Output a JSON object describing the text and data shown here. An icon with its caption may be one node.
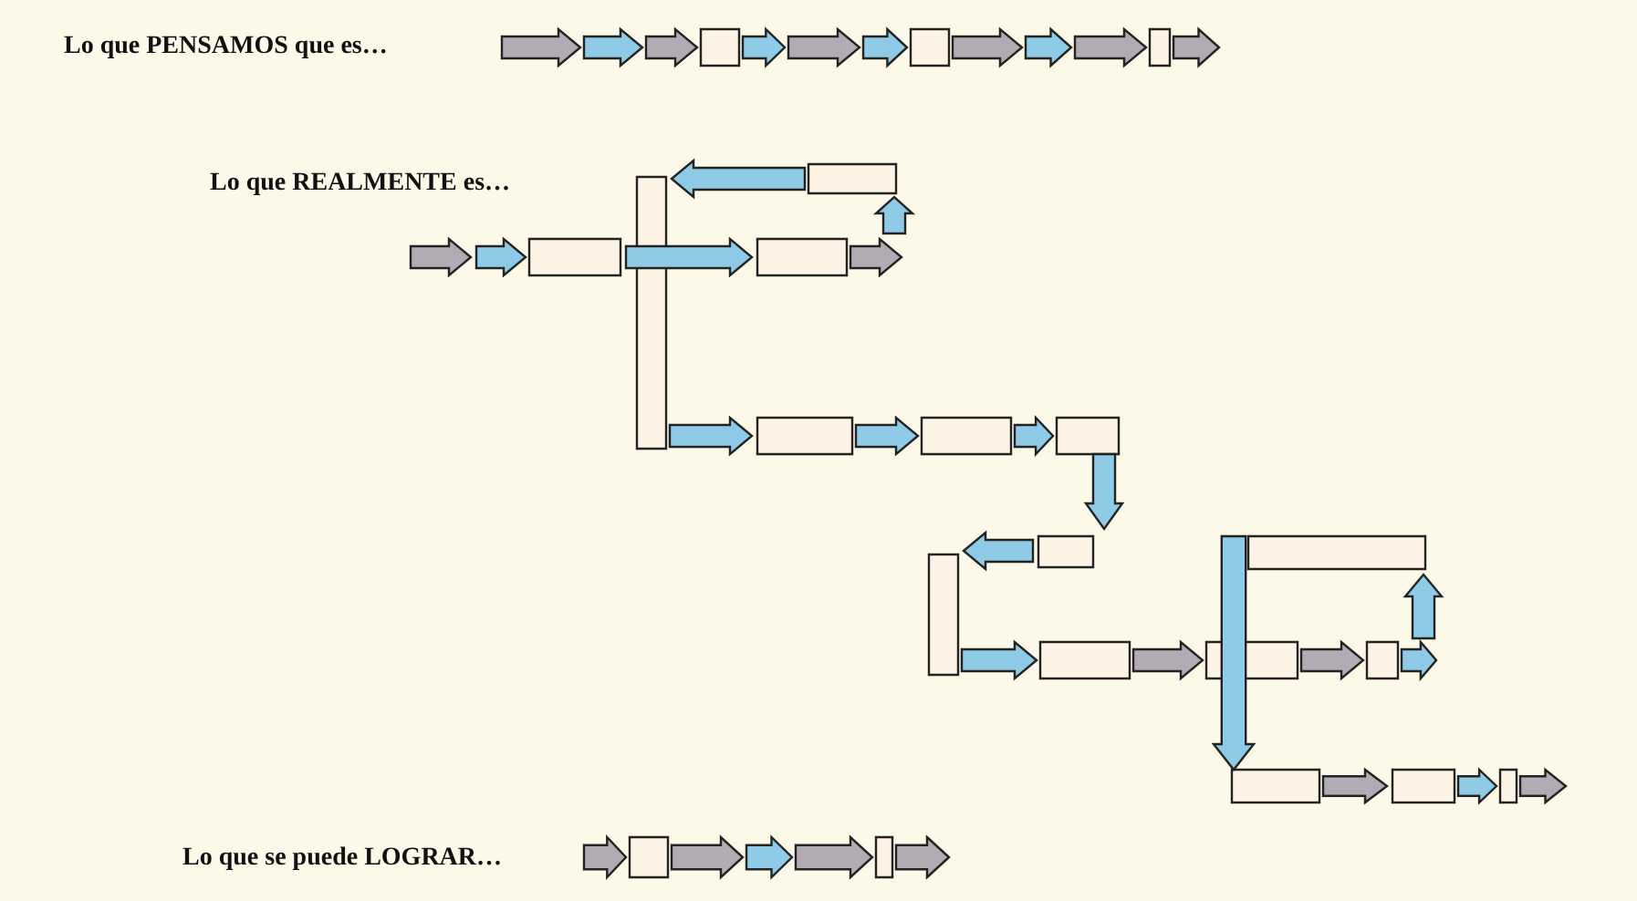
{
  "diagram": {
    "labels": [
      "Lo que PENSAMOS que es…",
      "Lo que REALMENTE es…",
      "Lo que se puede LOGRAR…"
    ]
  }
}
